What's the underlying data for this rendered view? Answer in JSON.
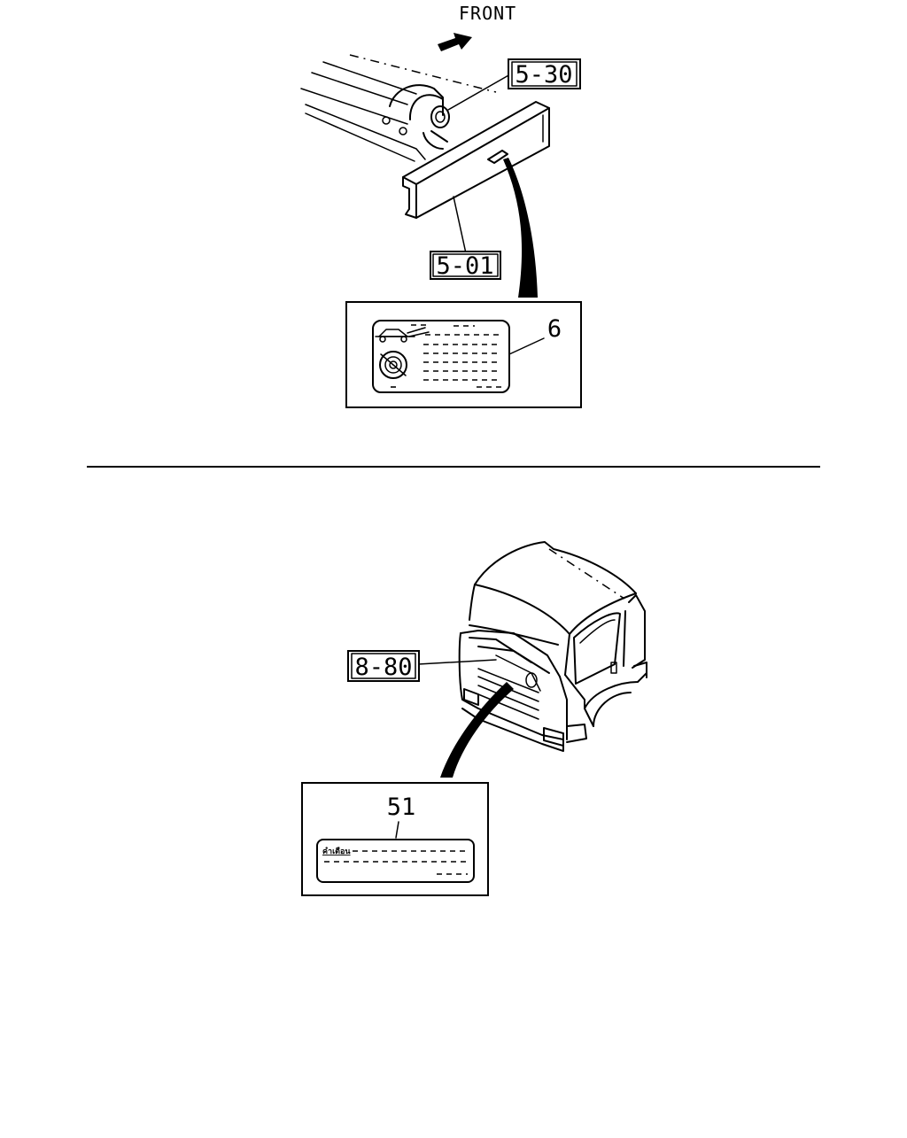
{
  "top": {
    "direction_label": "FRONT",
    "callouts": [
      {
        "id": "5-30",
        "text": "5-30"
      },
      {
        "id": "5-01",
        "text": "5-01"
      },
      {
        "id": "6",
        "text": "6"
      }
    ]
  },
  "bottom": {
    "callouts": [
      {
        "id": "8-80",
        "text": "8-80"
      },
      {
        "id": "51",
        "text": "51"
      }
    ],
    "label_heading": "คำเตือน"
  },
  "colors": {
    "ink": "#000000",
    "paper": "#ffffff"
  }
}
